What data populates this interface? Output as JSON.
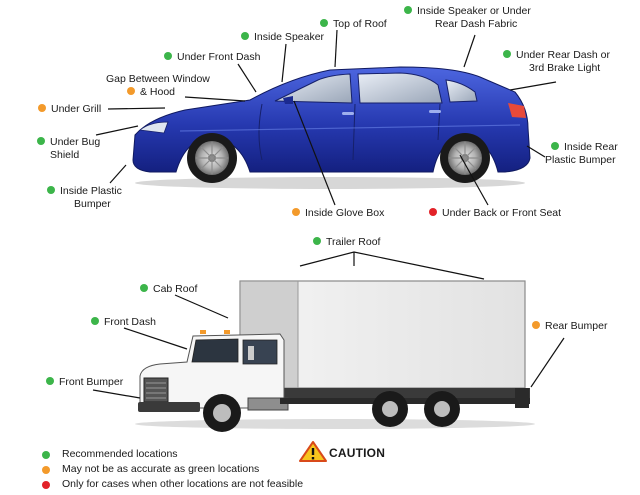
{
  "colors": {
    "green": "#3cb54a",
    "orange": "#f39a2b",
    "red": "#e22228",
    "car_body": "#2a3fb5",
    "caution_yellow": "#f7c51e"
  },
  "car_labels": [
    {
      "id": "under-grill",
      "text": "Under Grill",
      "status": "orange"
    },
    {
      "id": "gap-window-hood",
      "line1": "Gap Between Window",
      "line2": "& Hood",
      "status": "orange"
    },
    {
      "id": "under-front-dash",
      "text": "Under Front Dash",
      "status": "green"
    },
    {
      "id": "inside-speaker",
      "text": "Inside Speaker",
      "status": "green"
    },
    {
      "id": "top-of-roof",
      "text": "Top of Roof",
      "status": "green"
    },
    {
      "id": "inside-speaker-rear",
      "line1": "Inside Speaker or Under",
      "line2": "Rear Dash Fabric",
      "status": "green"
    },
    {
      "id": "under-rear-dash",
      "line1": "Under Rear Dash or",
      "line2": "3rd Brake Light",
      "status": "green"
    },
    {
      "id": "under-bug-shield",
      "line1": "Under Bug",
      "line2": "Shield",
      "status": "green"
    },
    {
      "id": "inside-plastic-bumper",
      "line1": "Inside Plastic",
      "line2": "Bumper",
      "status": "green"
    },
    {
      "id": "inside-rear-plastic-bumper",
      "line1": "Inside Rear",
      "line2": "Plastic Bumper",
      "status": "green"
    },
    {
      "id": "inside-glove-box",
      "text": "Inside Glove Box",
      "status": "orange"
    },
    {
      "id": "under-seat",
      "text": "Under Back or Front Seat",
      "status": "red"
    }
  ],
  "truck_labels": [
    {
      "id": "trailer-roof",
      "text": "Trailer Roof",
      "status": "green"
    },
    {
      "id": "cab-roof",
      "text": "Cab Roof",
      "status": "green"
    },
    {
      "id": "front-dash",
      "text": "Front Dash",
      "status": "green"
    },
    {
      "id": "front-bumper",
      "text": "Front Bumper",
      "status": "green"
    },
    {
      "id": "rear-bumper",
      "text": "Rear Bumper",
      "status": "orange"
    }
  ],
  "legend": [
    {
      "status": "green",
      "text": "Recommended locations"
    },
    {
      "status": "orange",
      "text": "May not be as accurate as green locations"
    },
    {
      "status": "red",
      "text": "Only for cases when other locations are not feasible"
    }
  ],
  "caution_text": "CAUTION",
  "icons": {
    "caution": "warning-triangle-icon"
  }
}
